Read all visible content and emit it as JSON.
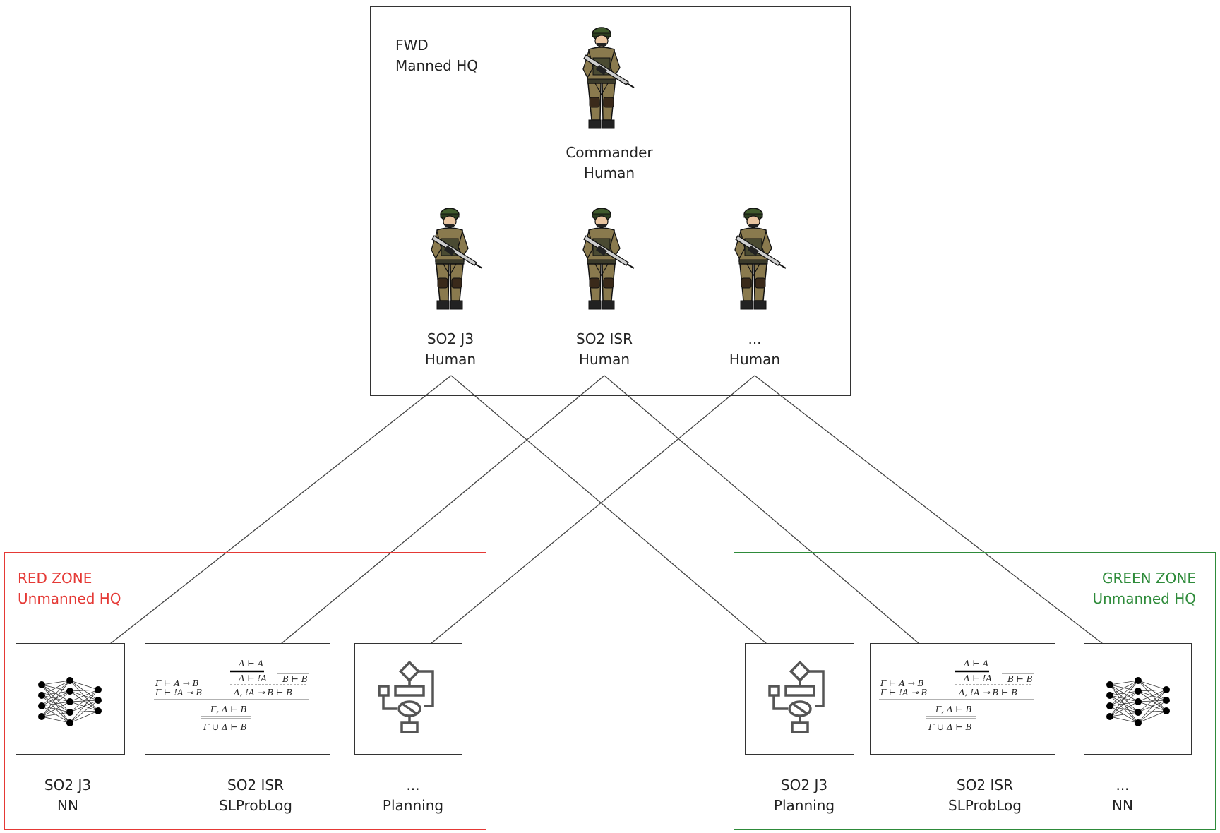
{
  "headquarters": {
    "title_line1": "FWD",
    "title_line2": "Manned HQ",
    "commander": {
      "role": "Commander",
      "type": "Human"
    },
    "staff": [
      {
        "role": "SO2 J3",
        "type": "Human"
      },
      {
        "role": "SO2 ISR",
        "type": "Human"
      },
      {
        "role": "...",
        "type": "Human"
      }
    ]
  },
  "red_zone": {
    "title_line1": "RED ZONE",
    "title_line2": "Unmanned HQ",
    "color": "#e53935",
    "nodes": [
      {
        "role": "SO2 J3",
        "type": "NN",
        "icon": "neural-network-icon"
      },
      {
        "role": "SO2 ISR",
        "type": "SLProbLog",
        "icon": "logic-proof-icon"
      },
      {
        "role": "...",
        "type": "Planning",
        "icon": "flowchart-icon"
      }
    ]
  },
  "green_zone": {
    "title_line1": "GREEN ZONE",
    "title_line2": "Unmanned HQ",
    "color": "#2e8b3a",
    "nodes": [
      {
        "role": "SO2 J3",
        "type": "Planning",
        "icon": "flowchart-icon"
      },
      {
        "role": "SO2 ISR",
        "type": "SLProbLog",
        "icon": "logic-proof-icon"
      },
      {
        "role": "...",
        "type": "NN",
        "icon": "neural-network-icon"
      }
    ]
  },
  "proof": {
    "top": "Δ ⊢ A",
    "mid": "Δ ⊢ !A",
    "left1": "Γ ⊢ A → B",
    "left2": "Γ ⊢ !A ⊸ B",
    "right1": "B ⊢ B",
    "right2": "Δ, !A ⊸ B ⊢ B",
    "concl1": "Γ, Δ ⊢ B",
    "concl2": "Γ ∪ Δ ⊢ B"
  }
}
